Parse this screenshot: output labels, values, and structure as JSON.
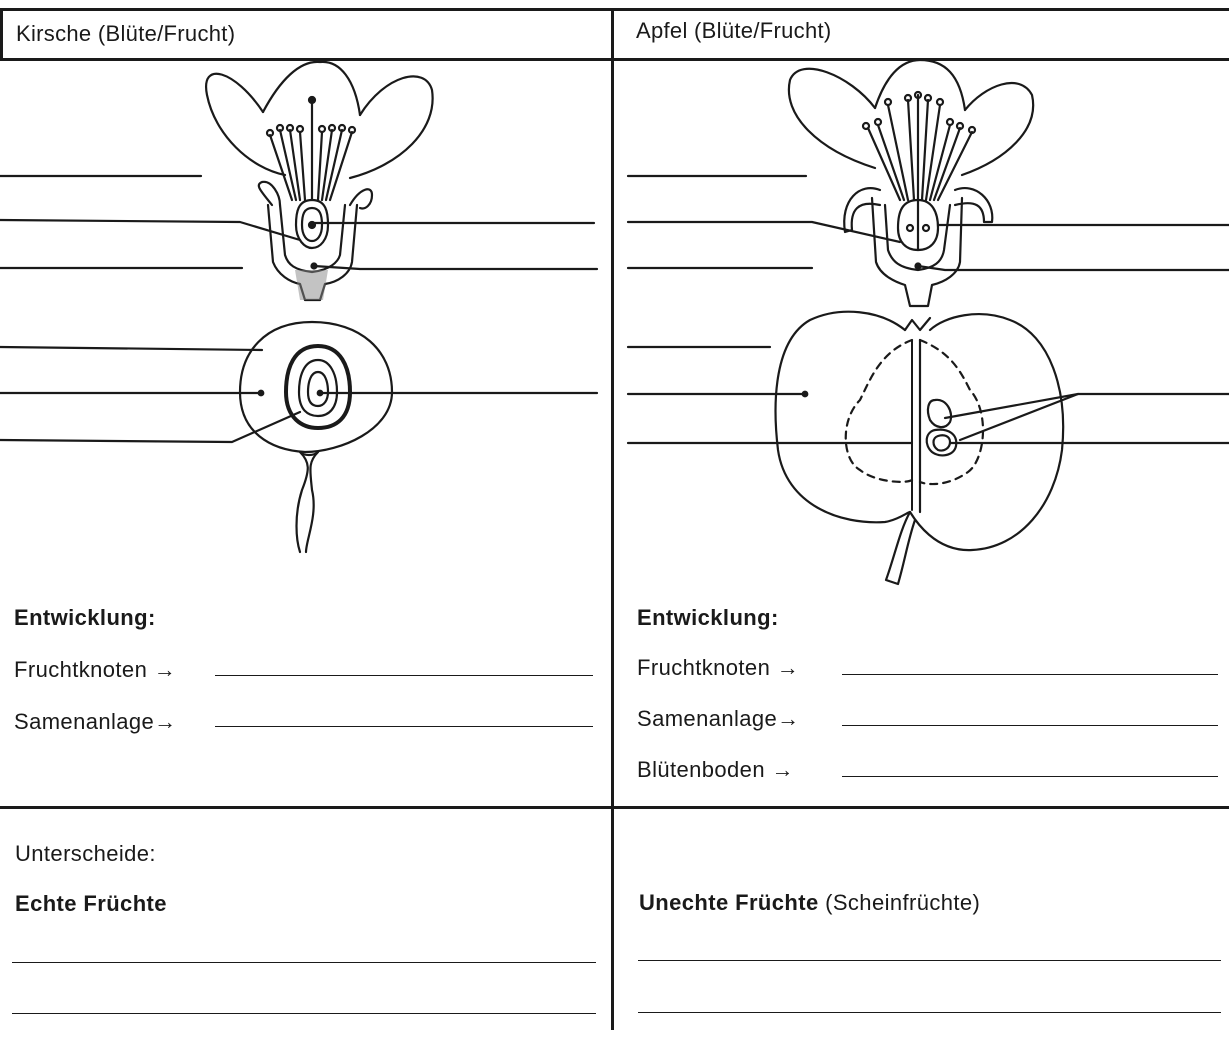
{
  "left": {
    "header": "Kirsche (Blüte/Frucht)",
    "dev_title": "Entwicklung",
    "dev_rows": [
      {
        "term": "Fruchtknoten",
        "arrow": "→"
      },
      {
        "term": "Samenanlage",
        "arrow": "→"
      }
    ],
    "distinguish": "Unterscheide:",
    "fruit_type": "Echte Früchte"
  },
  "right": {
    "header": "Apfel (Blüte/Frucht)",
    "dev_title": "Entwicklung",
    "dev_rows": [
      {
        "term": "Fruchtknoten",
        "arrow": "→"
      },
      {
        "term": "Samenanlage",
        "arrow": "→"
      },
      {
        "term": "Blütenboden",
        "arrow": "→"
      }
    ],
    "fruit_type": "Unechte Früchte",
    "fruit_type_note": "(Scheinfrüchte)"
  },
  "colon": ":"
}
